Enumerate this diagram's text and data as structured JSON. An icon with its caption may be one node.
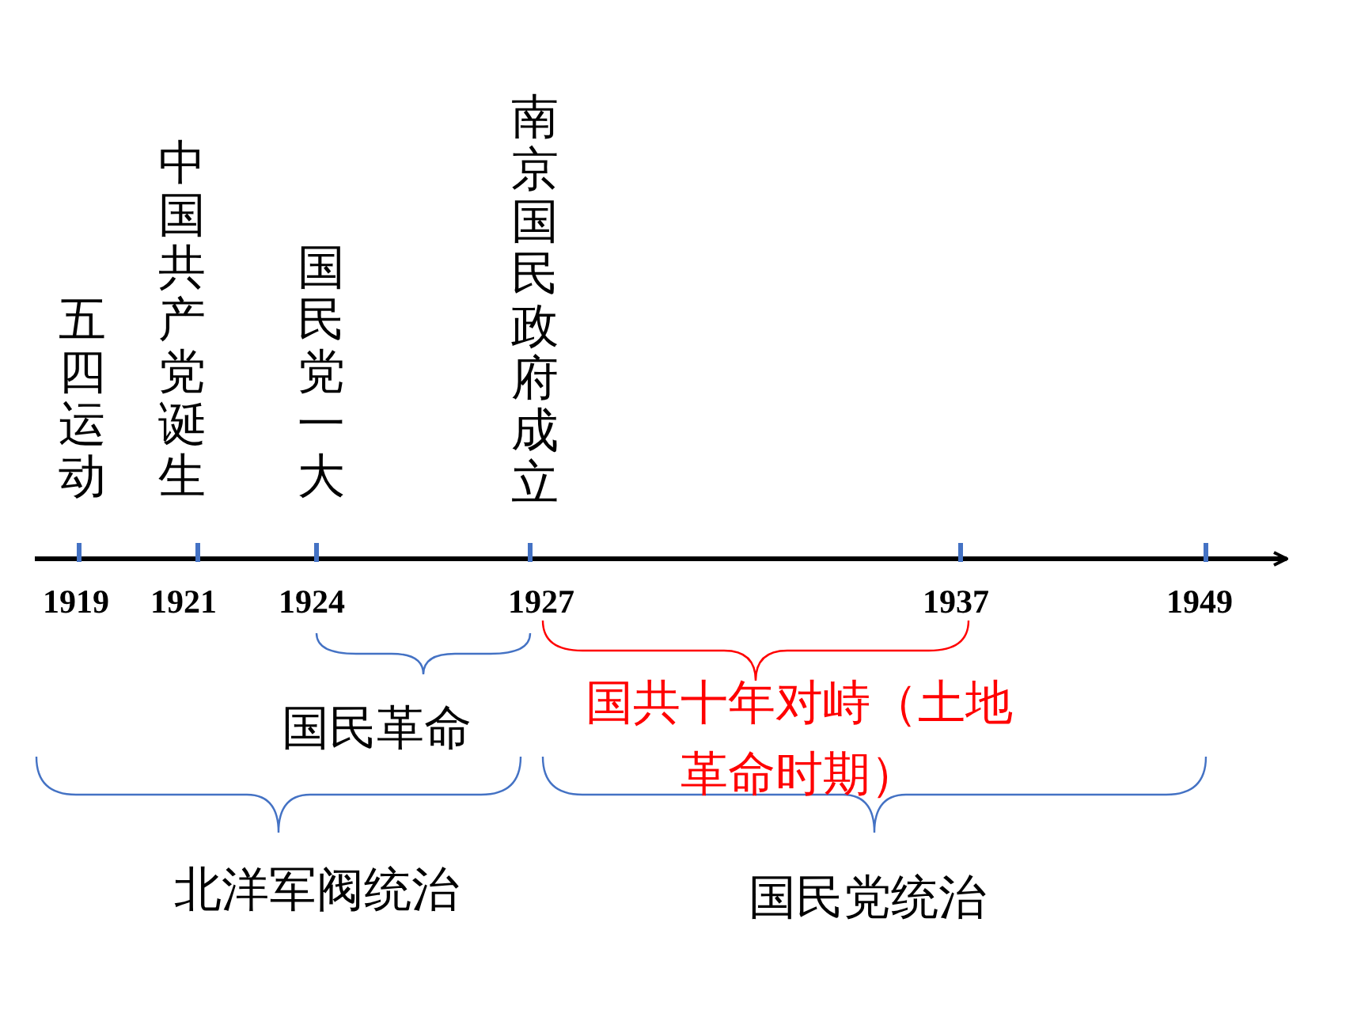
{
  "diagram": {
    "labels": [
      "五四运动",
      "中国共产党诞生",
      "国民党一大",
      "南京国民政府成立",
      "1919",
      "1921",
      "1924",
      "1927",
      "1937",
      "1949",
      "国民革命",
      "国共十年对峙（土地革命时期）",
      "北洋军阀统治",
      "国民党统治"
    ]
  }
}
